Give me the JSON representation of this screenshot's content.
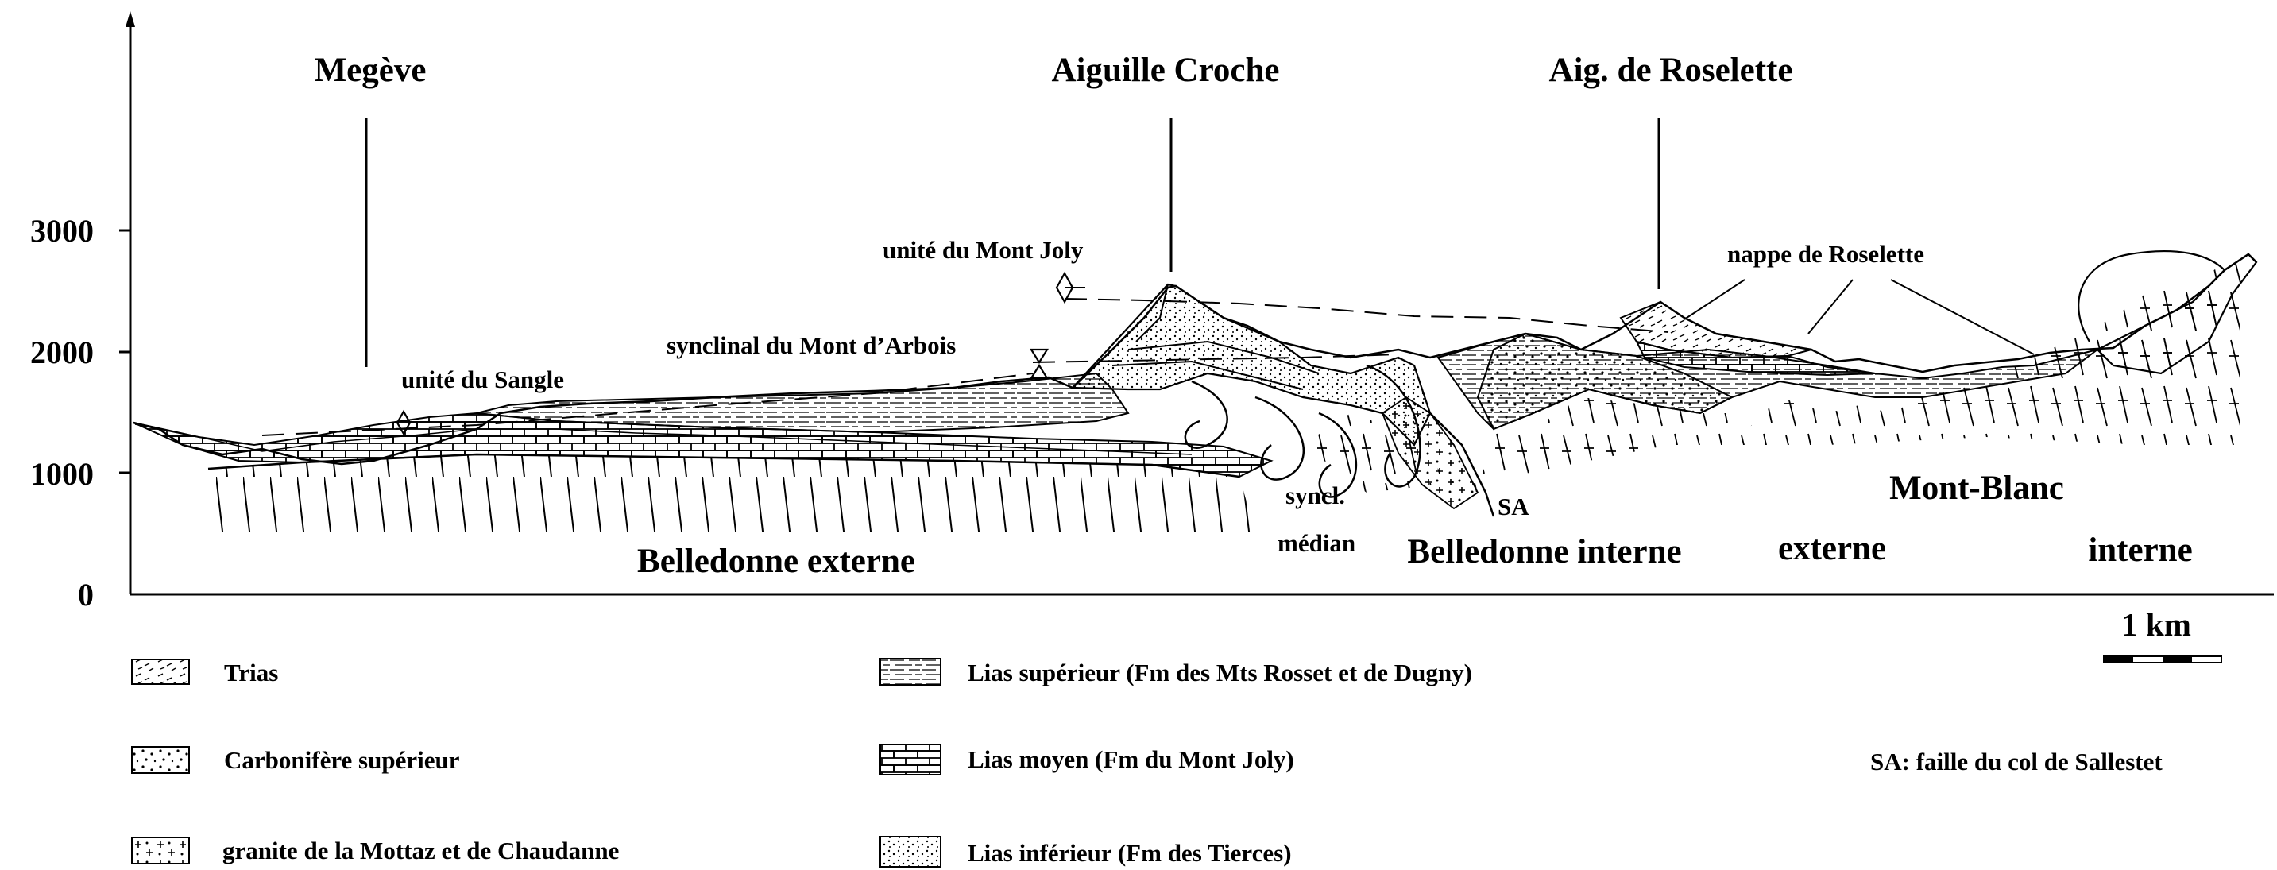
{
  "y_axis": {
    "ticks": [
      "3000",
      "2000",
      "1000",
      "0"
    ]
  },
  "peaks": {
    "megeve": "Megève",
    "aiguille_croche": "Aiguille Croche",
    "roselette": "Aig. de Roselette"
  },
  "units": {
    "mont_joly": "unité du Mont Joly",
    "mont_arbois": "synclinal du Mont d’Arbois",
    "sangle": "unité du Sangle",
    "nappe_roselette": "nappe de Roselette",
    "sa": "SA",
    "syncl": "syncl.",
    "median": "médian"
  },
  "massifs": {
    "belledonne_externe": "Belledonne externe",
    "belledonne_interne": "Belledonne interne",
    "mont_blanc": "Mont-Blanc",
    "externe": "externe",
    "interne": "interne"
  },
  "scale": {
    "label": "1 km"
  },
  "legend": {
    "trias": "Trias",
    "carbonifere": "Carbonifère supérieur",
    "granite": "granite de la Mottaz et de Chaudanne",
    "lias_sup": "Lias supérieur (Fm des Mts Rosset et de Dugny)",
    "lias_moyen": "Lias moyen (Fm du Mont Joly)",
    "lias_inf": "Lias inférieur (Fm des Tierces)"
  },
  "note": "SA: faille du col de Sallestet",
  "icons": {
    "axis": "anticline-axis-icon",
    "syncline": "syncline-axis-icon"
  }
}
